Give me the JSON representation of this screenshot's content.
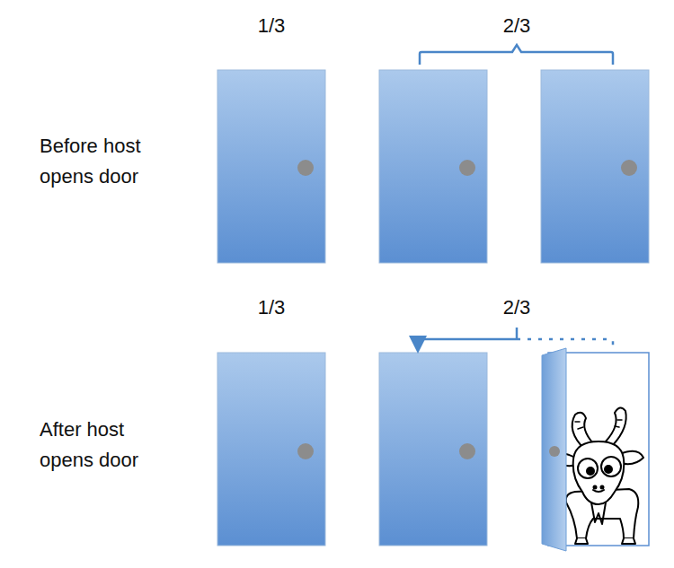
{
  "diagram": {
    "labels": [
      "1/3",
      "2/3",
      "Before host opens door",
      "1/3",
      "2/3",
      "After host opens door"
    ]
  }
}
